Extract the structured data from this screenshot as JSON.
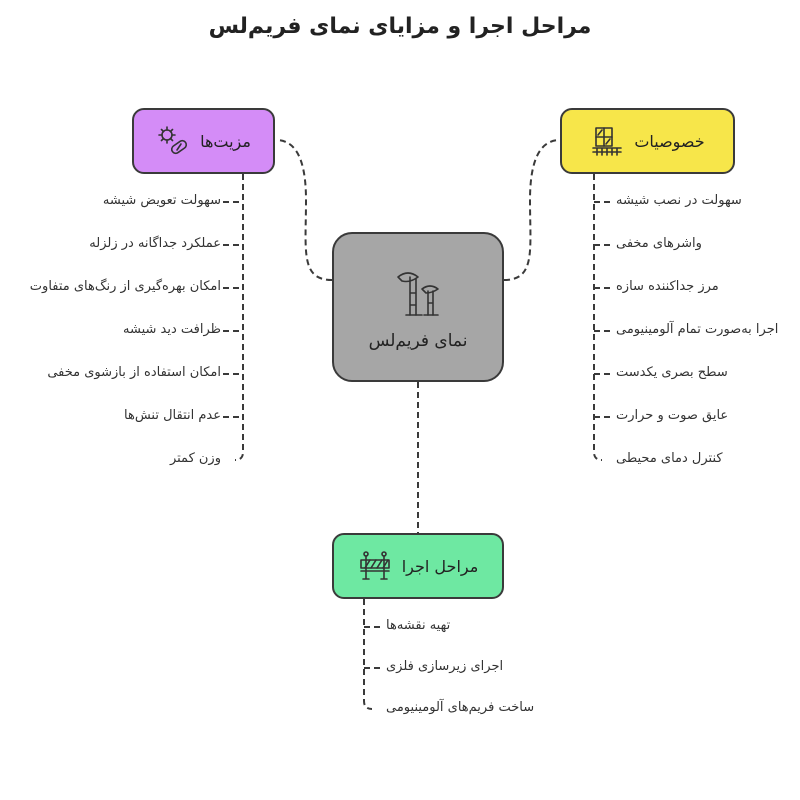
{
  "title": "مراحل اجرا و مزایای نمای فریم‌لس",
  "colors": {
    "center": "#a6a6a6",
    "benefits": "#d48cf7",
    "features": "#f7e64a",
    "steps": "#6ee8a2",
    "wire": "#3a3a3a"
  },
  "center": {
    "label": "نمای فریم‌لس",
    "icon": "tree-structure-icon"
  },
  "benefits": {
    "label": "مزیت‌ها",
    "icon": "gear-bandage-icon",
    "items": [
      "سهولت تعویض شیشه",
      "عملکرد جداگانه در زلزله",
      "امکان بهره‌گیری از رنگ‌های متفاوت",
      "ظرافت دید شیشه",
      "امکان استفاده از بازشوی مخفی",
      "عدم انتقال تنش‌ها",
      "وزن کمتر"
    ]
  },
  "features": {
    "label": "خصوصیات",
    "icon": "window-frame-icon",
    "items": [
      "سهولت در نصب شیشه",
      "واشرهای مخفی",
      "مرز جداکننده سازه",
      "اجرا به‌صورت تمام آلومینیومی",
      "سطح بصری یکدست",
      "عایق صوت و حرارت",
      "کنترل دمای محیطی"
    ]
  },
  "steps": {
    "label": "مراحل اجرا",
    "icon": "construction-barrier-icon",
    "items": [
      "تهیه نقشه‌ها",
      "اجرای زیرسازی فلزی",
      "ساخت فریم‌های آلومینیومی"
    ]
  }
}
